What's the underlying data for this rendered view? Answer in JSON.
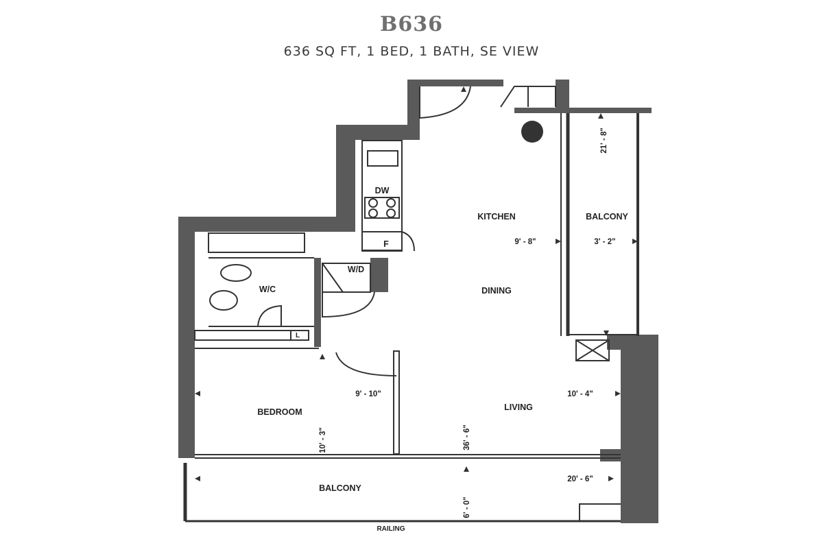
{
  "header": {
    "unit_name": "B636",
    "summary": "636 SQ FT, 1 BED, 1 BATH, SE VIEW"
  },
  "rooms": {
    "kitchen": "KITCHEN",
    "dining": "DINING",
    "living": "LIVING",
    "bedroom": "BEDROOM",
    "balcony_side": "BALCONY",
    "balcony_main": "BALCONY",
    "wc": "W/C",
    "wd": "W/D",
    "dw": "DW",
    "fridge": "F",
    "linen": "L",
    "railing": "RAILING"
  },
  "dimensions": {
    "kitchen_width": "9' - 8\"",
    "side_balcony_width": "3' - 2\"",
    "side_balcony_length": "21' - 8\"",
    "bedroom_width": "9' - 10\"",
    "bedroom_depth": "10' - 3\"",
    "living_width": "10' - 4\"",
    "unit_depth": "36' - 6\"",
    "balcony_length": "20' - 6\"",
    "balcony_depth": "6' - 0\""
  },
  "colors": {
    "wall": "#5a5a5a",
    "title": "#6f6f6f",
    "line": "#333333"
  }
}
